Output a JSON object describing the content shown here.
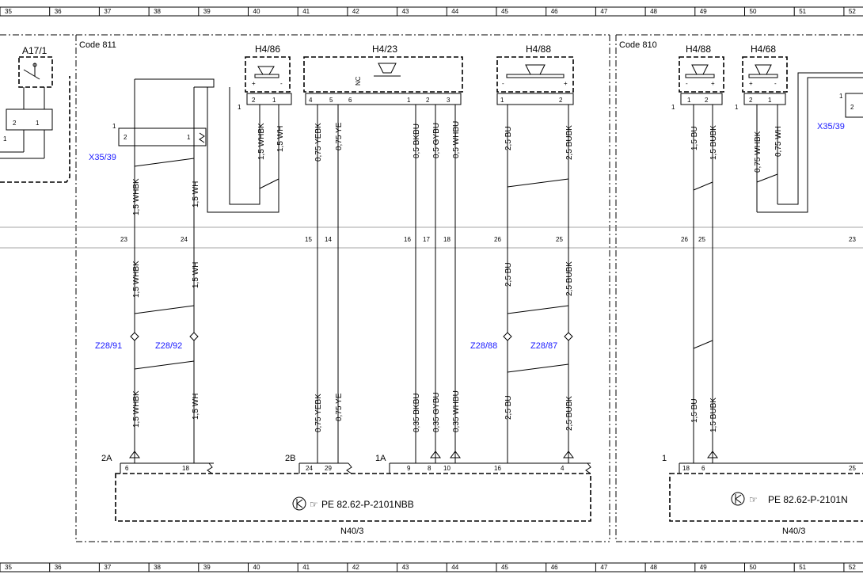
{
  "ruler": [
    "35",
    "36",
    "37",
    "38",
    "39",
    "40",
    "41",
    "42",
    "43",
    "44",
    "45",
    "46",
    "47",
    "48",
    "49",
    "50",
    "51",
    "52"
  ],
  "codes": {
    "left": "Code 811",
    "right": "Code 810"
  },
  "components": {
    "A17_1": "A17/1",
    "H4_86": "H4/86",
    "H4_23": "H4/23",
    "H4_88_left": "H4/88",
    "H4_88_right": "H4/88",
    "H4_68": "H4/68",
    "N40_3_left": "N40/3",
    "N40_3_right": "N40/3"
  },
  "connectors": {
    "X35_39_left": "X35/39",
    "X35_39_right": "X35/39",
    "Z28_91": "Z28/91",
    "Z28_92": "Z28/92",
    "Z28_88": "Z28/88",
    "Z28_87": "Z28/87"
  },
  "references": {
    "left": "PE 82.62-P-2101NBB",
    "right": "PE 82.62-P-2101N"
  },
  "nc_label": "NC",
  "wire_labels": {
    "w_1_5_WHBK": "1,5 WHBK",
    "w_1_5_WH": "1,5 WH",
    "w_0_75_YEBK": "0,75 YEBK",
    "w_0_75_YE": "0,75 YE",
    "w_0_5_BKBU": "0,5 BKBU",
    "w_0_5_GYBU": "0,5 GYBU",
    "w_0_5_WHBU": "0,5 WHBU",
    "w_0_35_BKBU": "0,35 BKBU",
    "w_0_35_GYBU": "0,35 GYBU",
    "w_0_35_WHBU": "0,35 WHBU",
    "w_2_5_BU": "2,5 BU",
    "w_2_5_BUBK": "2,5 BUBK",
    "w_1_5_BU": "1,5 BU",
    "w_1_5_BUBK": "1,5 BUBK",
    "w_0_75_WHBK": "0,75 WHBK",
    "w_0_75_WH": "0,75 WH"
  },
  "pin_labels": {
    "p1": "1",
    "p2": "2",
    "p3": "3",
    "p4": "4",
    "p5": "5",
    "p6": "6",
    "p8": "8",
    "p9": "9",
    "p10": "10",
    "p14": "14",
    "p15": "15",
    "p16": "16",
    "p17": "17",
    "p18": "18",
    "p23": "23",
    "p24": "24",
    "p25": "25",
    "p26": "26",
    "p29": "29",
    "p2A": "2A",
    "p2B": "2B",
    "p1A": "1A"
  },
  "symbols": {
    "plus": "+",
    "minus": "-",
    "hand": "☞"
  }
}
